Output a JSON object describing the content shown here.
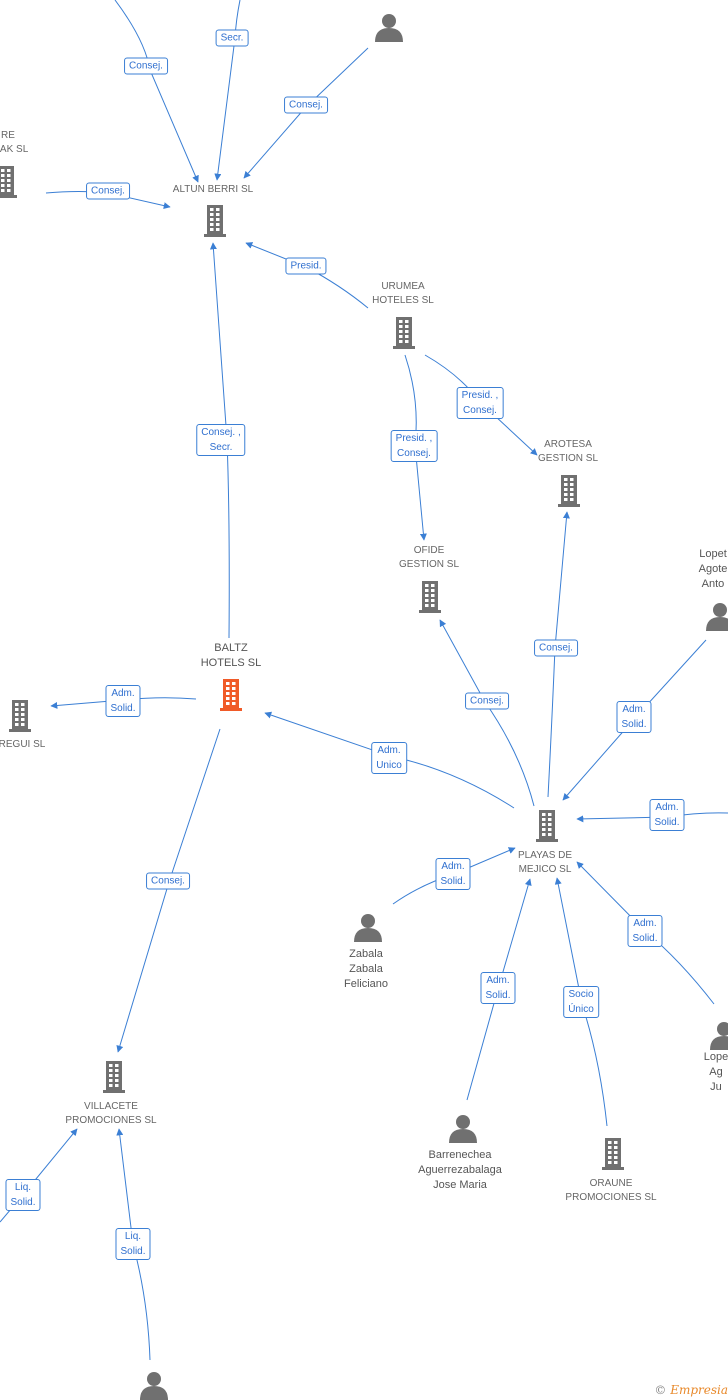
{
  "colors": {
    "edge": "#3b7fd4",
    "node_icon": "#707070",
    "highlight_icon": "#f05a28",
    "label_text": "#555555"
  },
  "nodes": [
    {
      "id": "zaldizatzak",
      "icon": "building-icon",
      "label": [
        "RE",
        "TZAK SL"
      ]
    },
    {
      "id": "top-person",
      "icon": "person-icon",
      "label": []
    },
    {
      "id": "altun-berri",
      "icon": "building-icon",
      "label": [
        "ALTUN BERRI SL"
      ]
    },
    {
      "id": "urumea",
      "icon": "building-icon",
      "label": [
        "URUMEA",
        "HOTELES  SL"
      ]
    },
    {
      "id": "arotesa",
      "icon": "building-icon",
      "label": [
        "AROTESA",
        "GESTION SL"
      ]
    },
    {
      "id": "ofide",
      "icon": "building-icon",
      "label": [
        "OFIDE",
        "GESTION SL"
      ]
    },
    {
      "id": "lopetegui-antonio",
      "icon": "person-icon",
      "label": [
        "Lopet",
        "Agote",
        "Anto"
      ]
    },
    {
      "id": "baltz",
      "icon": "building-icon-highlighted",
      "label": [
        "BALTZ",
        "HOTELS SL"
      ]
    },
    {
      "id": "egui",
      "icon": "building-icon",
      "label": [
        "REGUI SL"
      ]
    },
    {
      "id": "playas",
      "icon": "building-icon",
      "label": [
        "PLAYAS DE",
        "MEJICO  SL"
      ]
    },
    {
      "id": "zabala",
      "icon": "person-icon",
      "label": [
        "Zabala",
        "Zabala",
        "Feliciano"
      ]
    },
    {
      "id": "lopetegui-juan",
      "icon": "person-icon",
      "label": [
        "Lope",
        "Ag",
        "Ju"
      ]
    },
    {
      "id": "villacete",
      "icon": "building-icon",
      "label": [
        "VILLACETE",
        "PROMOCIONES SL"
      ]
    },
    {
      "id": "barrenechea",
      "icon": "person-icon",
      "label": [
        "Barrenechea",
        "Aguerrezabalaga",
        "Jose Maria"
      ]
    },
    {
      "id": "oraune",
      "icon": "building-icon",
      "label": [
        "ORAUNE",
        "PROMOCIONES SL"
      ]
    },
    {
      "id": "bottom-person",
      "icon": "person-icon",
      "label": []
    }
  ],
  "edges": [
    {
      "id": "e1",
      "label": [
        "Consej."
      ]
    },
    {
      "id": "e2",
      "label": [
        "Secr."
      ]
    },
    {
      "id": "e3",
      "label": [
        "Consej."
      ]
    },
    {
      "id": "e4",
      "label": [
        "Consej."
      ]
    },
    {
      "id": "e5",
      "label": [
        "Presid."
      ]
    },
    {
      "id": "e6",
      "label": [
        "Presid. ,",
        "Consej."
      ]
    },
    {
      "id": "e7",
      "label": [
        "Presid. ,",
        "Consej."
      ]
    },
    {
      "id": "e8",
      "label": [
        "Consej. ,",
        "Secr."
      ]
    },
    {
      "id": "e9",
      "label": [
        "Adm.",
        "Solid."
      ]
    },
    {
      "id": "e10",
      "label": [
        "Adm.",
        "Unico"
      ]
    },
    {
      "id": "e11",
      "label": [
        "Consej."
      ]
    },
    {
      "id": "e12",
      "label": [
        "Consej."
      ]
    },
    {
      "id": "e13",
      "label": [
        "Adm.",
        "Solid."
      ]
    },
    {
      "id": "e14",
      "label": [
        "Adm.",
        "Solid."
      ]
    },
    {
      "id": "e15",
      "label": [
        "Adm.",
        "Solid."
      ]
    },
    {
      "id": "e16",
      "label": [
        "Adm.",
        "Solid."
      ]
    },
    {
      "id": "e17",
      "label": [
        "Adm.",
        "Solid."
      ]
    },
    {
      "id": "e18",
      "label": [
        "Socio",
        "Único"
      ]
    },
    {
      "id": "e19",
      "label": [
        "Consej."
      ]
    },
    {
      "id": "e20",
      "label": [
        "Liq.",
        "Solid."
      ]
    },
    {
      "id": "e21",
      "label": [
        "Liq.",
        "Solid."
      ]
    }
  ],
  "watermark": {
    "symbol": "©",
    "brand": "Empresia"
  }
}
